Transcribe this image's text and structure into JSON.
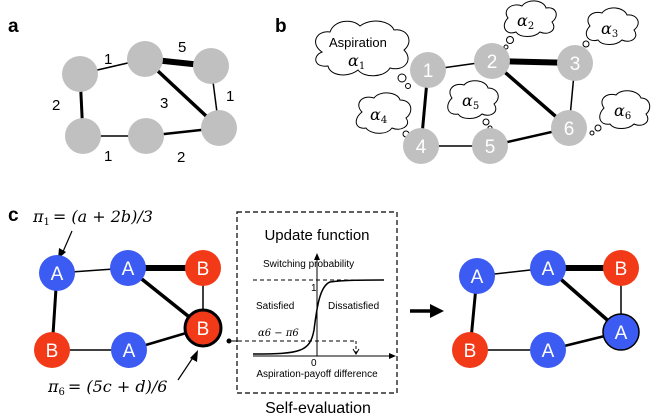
{
  "panels": {
    "a": "a",
    "b": "b",
    "c": "c"
  },
  "panel_a": {
    "edge_weights": [
      "1",
      "5",
      "2",
      "3",
      "1",
      "1",
      "2"
    ]
  },
  "panel_b": {
    "nodes": [
      "1",
      "2",
      "3",
      "4",
      "5",
      "6"
    ],
    "aspiration_word": "Aspiration",
    "alpha_symbol": "α",
    "alpha_subscripts": [
      "1",
      "2",
      "3",
      "4",
      "5",
      "6"
    ]
  },
  "panel_c": {
    "pi1_lhs": "π",
    "pi1_sub": "1",
    "pi1_rhs": "= (a + 2b)/3",
    "pi6_lhs": "π",
    "pi6_sub": "6",
    "pi6_rhs": "= (5c + d)/6",
    "nodes_before": [
      "A",
      "A",
      "B",
      "B",
      "A",
      "B"
    ],
    "nodes_after": [
      "A",
      "A",
      "B",
      "B",
      "A",
      "A"
    ],
    "update_function": {
      "title": "Update function",
      "ylabel": "Switching probability",
      "tick_one": "1",
      "tick_zero": "0",
      "satisfied": "Satisfied",
      "dissatisfied": "Dissatisfied",
      "diff_label": "α6 − π6",
      "xlabel": "Aspiration-payoff difference"
    },
    "self_evaluation": "Self-evaluation"
  },
  "colors": {
    "gray_node": "#c0c0c0",
    "strategy_A": "#3b5bf2",
    "strategy_B": "#f23a19"
  }
}
